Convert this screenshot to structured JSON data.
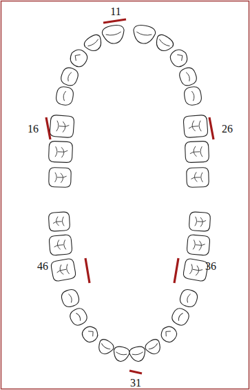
{
  "diagram": {
    "labels": [
      "11",
      "16",
      "26",
      "46",
      "36",
      "31"
    ]
  }
}
